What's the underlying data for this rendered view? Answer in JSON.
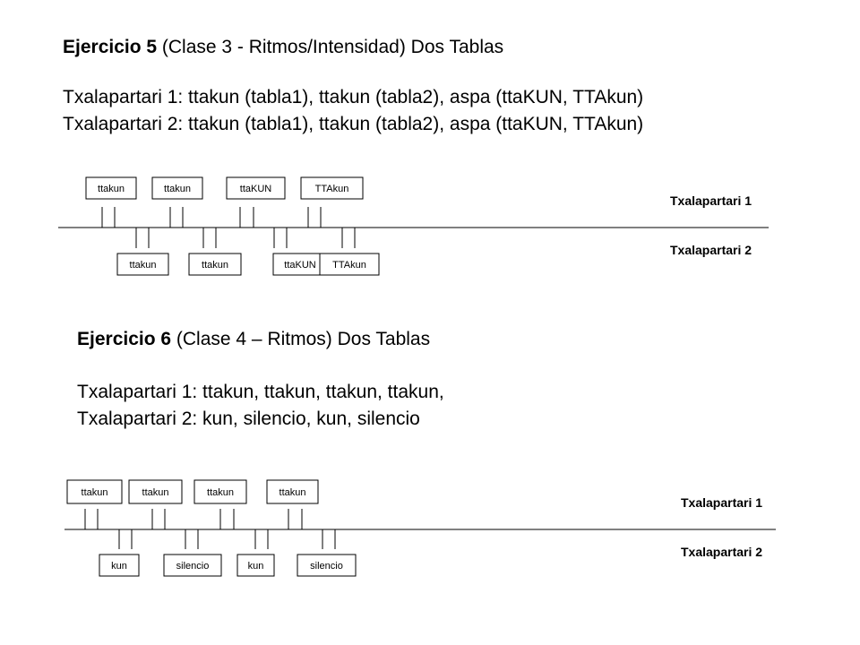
{
  "ex5": {
    "title_bold": "Ejercicio 5",
    "title_rest": " (Clase 3 - Ritmos/Intensidad) Dos Tablas",
    "line1": "Txalapartari 1: ttakun (tabla1), ttakun (tabla2), aspa (ttaKUN, TTAkun)",
    "line2": "Txalapartari 2: ttakun (tabla1), ttakun (tabla2), aspa (ttaKUN, TTAkun)",
    "diagram": {
      "top_boxes": [
        "ttakun",
        "ttakun",
        "ttaKUN",
        "TTAkun"
      ],
      "bottom_boxes": [
        "ttakun",
        "ttakun",
        "ttaKUN",
        "TTAkun"
      ],
      "label_top": "Txalapartari 1",
      "label_bottom": "Txalapartari 2"
    }
  },
  "ex6": {
    "title_bold": "Ejercicio 6",
    "title_rest": " (Clase 4 – Ritmos) Dos Tablas",
    "line1": "Txalapartari 1: ttakun, ttakun, ttakun, ttakun,",
    "line2": "Txalapartari 2: kun, silencio, kun, silencio",
    "diagram": {
      "top_boxes": [
        "ttakun",
        "ttakun",
        "ttakun",
        "ttakun"
      ],
      "bottom_boxes": [
        "kun",
        "silencio",
        "kun",
        "silencio"
      ],
      "label_top": "Txalapartari 1",
      "label_bottom": "Txalapartari 2"
    }
  }
}
